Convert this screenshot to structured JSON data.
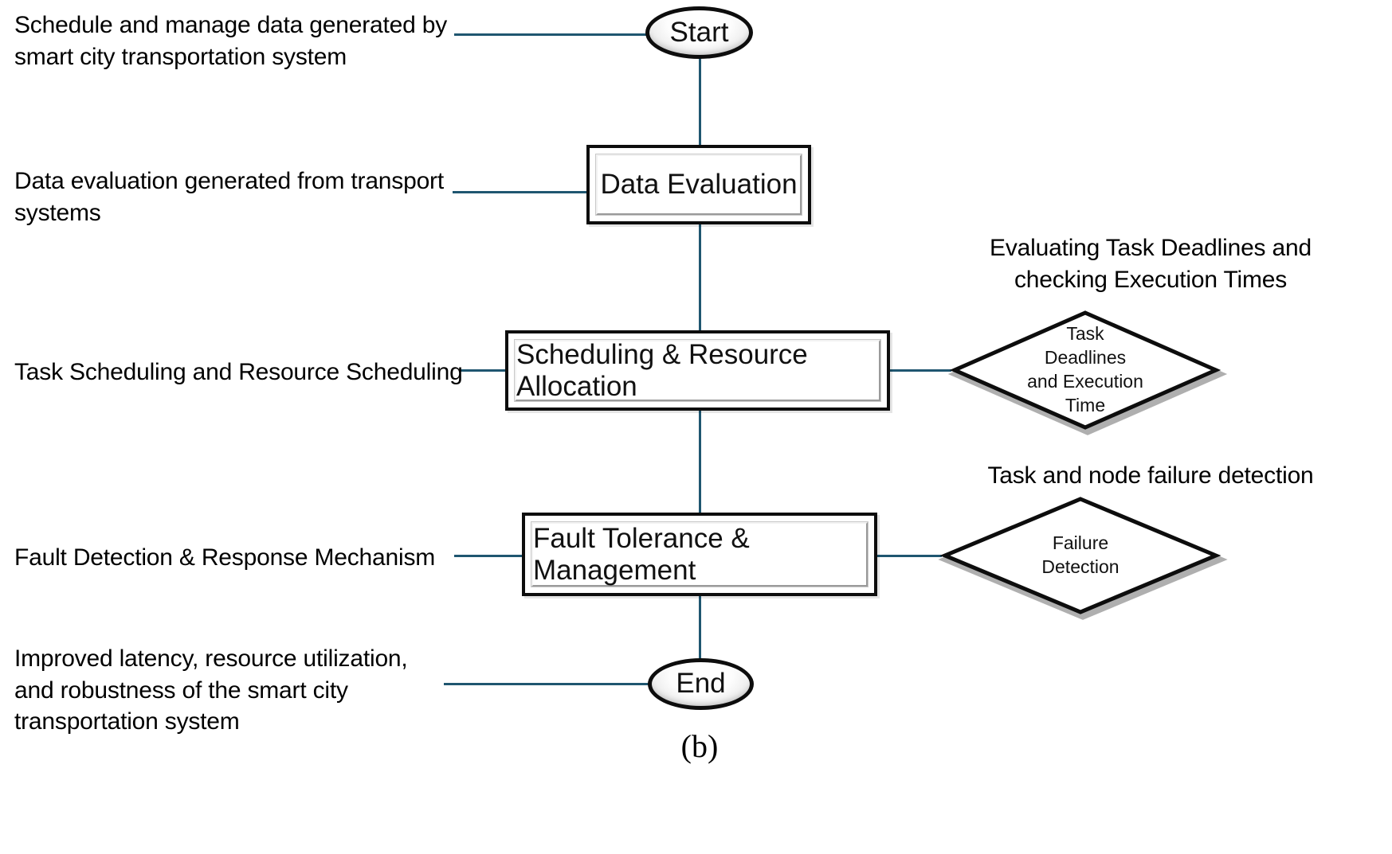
{
  "figure": {
    "caption": "(b)",
    "line_color": "#1f5670",
    "shape_outline_color": "#0d0d0d",
    "text_color": "#000000"
  },
  "nodes": {
    "start": {
      "label": "Start",
      "shape": "terminator"
    },
    "data_evaluation": {
      "label": "Data Evaluation",
      "shape": "process"
    },
    "scheduling": {
      "label": "Scheduling & Resource Allocation",
      "shape": "process"
    },
    "fault_tolerance": {
      "label": "Fault Tolerance & Management",
      "shape": "process"
    },
    "end": {
      "label": "End",
      "shape": "terminator"
    },
    "decision_deadlines": {
      "label": "Task\nDeadlines\nand Execution\nTime",
      "shape": "decision"
    },
    "decision_failure": {
      "label": "Failure\nDetection",
      "shape": "decision"
    }
  },
  "left_annotations": [
    {
      "id": "start-note",
      "text": "Schedule and manage data generated by\nsmart city transportation system"
    },
    {
      "id": "data-evaluation-note",
      "text": "Data evaluation generated from transport\nsystems"
    },
    {
      "id": "scheduling-note",
      "text": "Task Scheduling and Resource Scheduling"
    },
    {
      "id": "fault-tolerance-note",
      "text": "Fault Detection & Response Mechanism"
    },
    {
      "id": "end-note",
      "text": "Improved latency, resource utilization,\nand robustness of the smart city\ntransportation system"
    }
  ],
  "right_annotations": [
    {
      "id": "deadlines-note",
      "text": "Evaluating Task Deadlines and\nchecking Execution Times"
    },
    {
      "id": "failure-note",
      "text": "Task and node failure detection"
    }
  ],
  "flow_edges": [
    {
      "from": "start",
      "to": "data_evaluation"
    },
    {
      "from": "data_evaluation",
      "to": "scheduling"
    },
    {
      "from": "scheduling",
      "to": "fault_tolerance"
    },
    {
      "from": "fault_tolerance",
      "to": "end"
    },
    {
      "from": "scheduling",
      "to": "decision_deadlines"
    },
    {
      "from": "fault_tolerance",
      "to": "decision_failure"
    }
  ]
}
